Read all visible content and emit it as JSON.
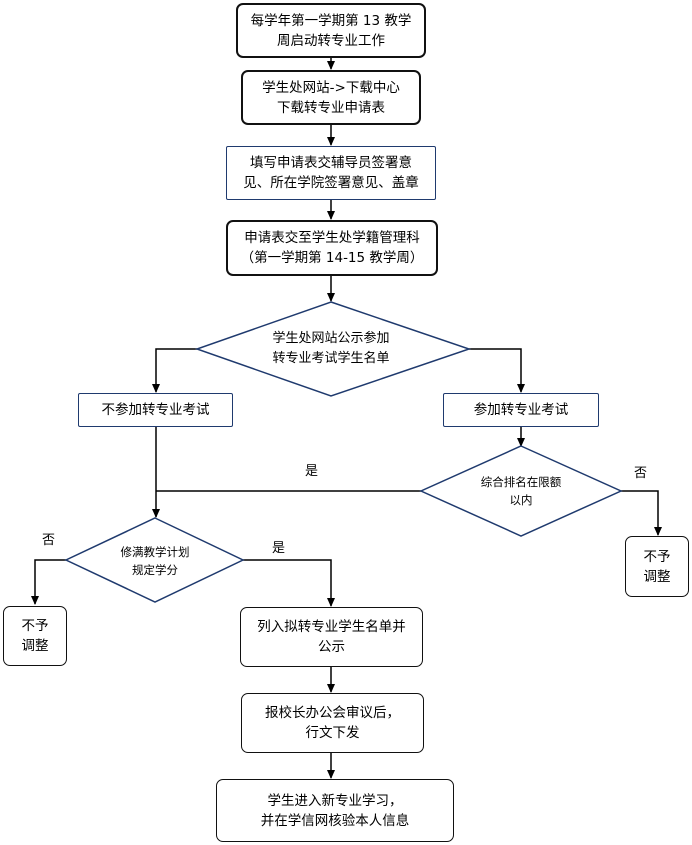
{
  "nodes": {
    "start": "每学年第一学期第 13 教学\n周启动转专业工作",
    "download": "学生处网站->下载中心\n下载转专业申请表",
    "fill_form": "填写申请表交辅导员签署意\n见、所在学院签署意见、盖章",
    "submit": "申请表交至学生处学籍管理科\n（第一学期第 14-15 教学周）",
    "publish_exam_list": "学生处网站公示参加\n转专业考试学生名单",
    "no_exam": "不参加转专业考试",
    "take_exam": "参加转专业考试",
    "rank_check": "综合排名在限额\n以内",
    "reject_right": "不予\n调整",
    "credit_check": "修满教学计划\n规定学分",
    "reject_left": "不予\n调整",
    "list_publish": "列入拟转专业学生名单并\n公示",
    "report": "报校长办公会审议后，\n行文下发",
    "final": "学生进入新专业学习，\n并在学信网核验本人信息"
  },
  "edge_labels": {
    "rank_yes": "是",
    "rank_no": "否",
    "credit_no": "否",
    "credit_yes": "是"
  },
  "colors": {
    "line": "#000000",
    "blue_border": "#1f3a6e",
    "dark_border": "#111111"
  }
}
